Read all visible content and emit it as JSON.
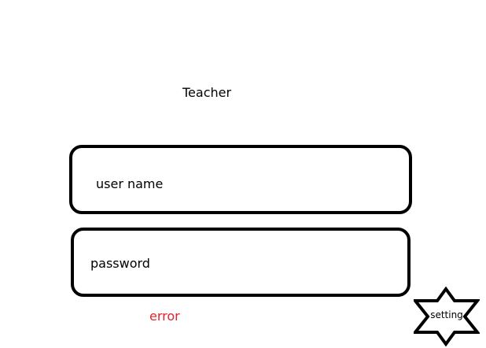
{
  "header": {
    "title": "Teacher"
  },
  "form": {
    "username_label": "user name",
    "password_label": "password",
    "error_text": "error"
  },
  "settings": {
    "label": "setting",
    "icon": "star-icon"
  },
  "colors": {
    "error": "#e8202a",
    "border": "#000000",
    "background": "#ffffff"
  }
}
